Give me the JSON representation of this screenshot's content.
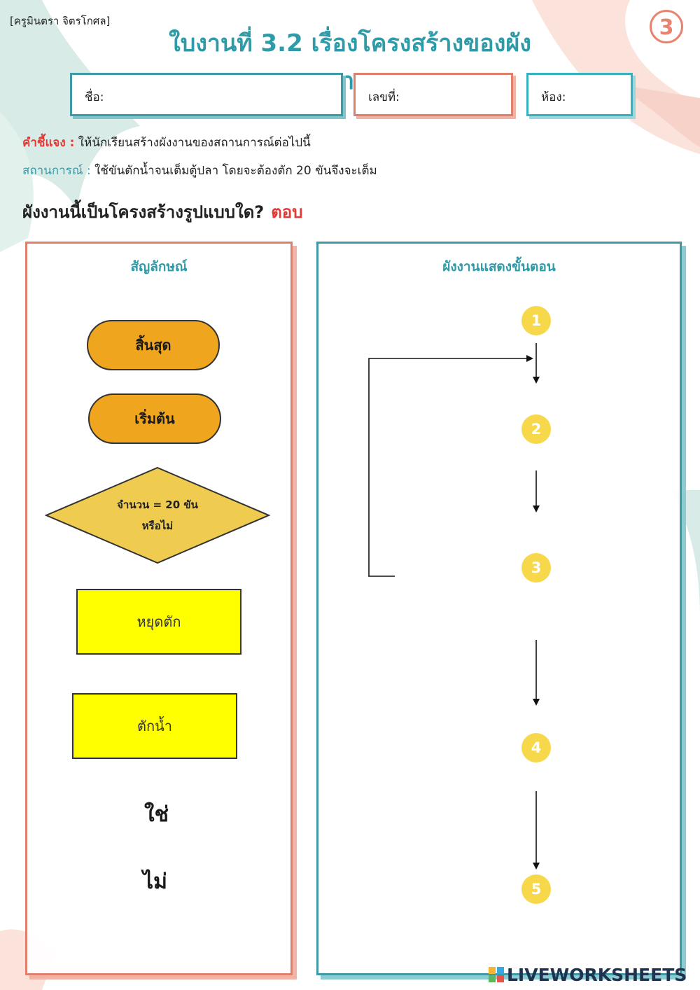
{
  "header": {
    "author": "[ครูมินตรา  จิตรโกศล]",
    "title": "ใบงานที่ 3.2 เรื่องโครงสร้างของผังงาน",
    "badge": "3"
  },
  "fields": {
    "name_label": "ชื่อ:",
    "number_label": "เลขที่:",
    "room_label": "ห้อง:"
  },
  "instructions": {
    "label": "คำชี้แจง :",
    "text": " ให้นักเรียนสร้างผังงานของสถานการณ์ต่อไปนี้"
  },
  "scenario": {
    "label": "สถานการณ์ :",
    "text": " ใช้ขันตักน้ำจนเต็มตู้ปลา โดยจะต้องตัก 20 ขันจึงจะเต็ม"
  },
  "question": {
    "text": "ผังงานนี้เป็นโครงสร้างรูปแบบใด?",
    "answer_label": "ตอบ"
  },
  "symbols_panel": {
    "title": "สัญลักษณ์",
    "end": "สิ้นสุด",
    "start": "เริ่มต้น",
    "decision_line1": "จำนวน = 20 ขัน",
    "decision_line2": "หรือไม่",
    "stop_scoop": "หยุดตัก",
    "scoop_water": "ตักน้ำ",
    "yes": "ใช่",
    "no": "ไม่"
  },
  "flow_panel": {
    "title": "ผังงานแสดงขั้นตอน",
    "steps": [
      "1",
      "2",
      "3",
      "4",
      "5"
    ]
  },
  "watermark": "LIVEWORKSHEETS",
  "colors": {
    "teal": "#3d9aa6",
    "coral": "#e0806c",
    "orange": "#efa51e",
    "diamond": "#efcb4f",
    "yellow": "#ffff00",
    "step": "#f7d84b",
    "red": "#e53935"
  }
}
